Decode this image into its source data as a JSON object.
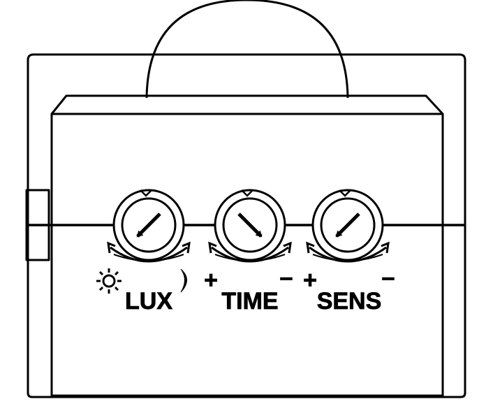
{
  "device": {
    "ink_color": "#000000",
    "background_color": "#ffffff",
    "dials": [
      {
        "id": "lux",
        "label": "LUX",
        "left_marker": "sun-icon",
        "right_marker": "moon-icon",
        "arrow_direction": "down-left"
      },
      {
        "id": "time",
        "label": "TIME",
        "left_marker": "+",
        "right_marker": "–",
        "arrow_direction": "down-right"
      },
      {
        "id": "sens",
        "label": "SENS",
        "left_marker": "+",
        "right_marker": "–",
        "arrow_direction": "down-left"
      }
    ]
  }
}
